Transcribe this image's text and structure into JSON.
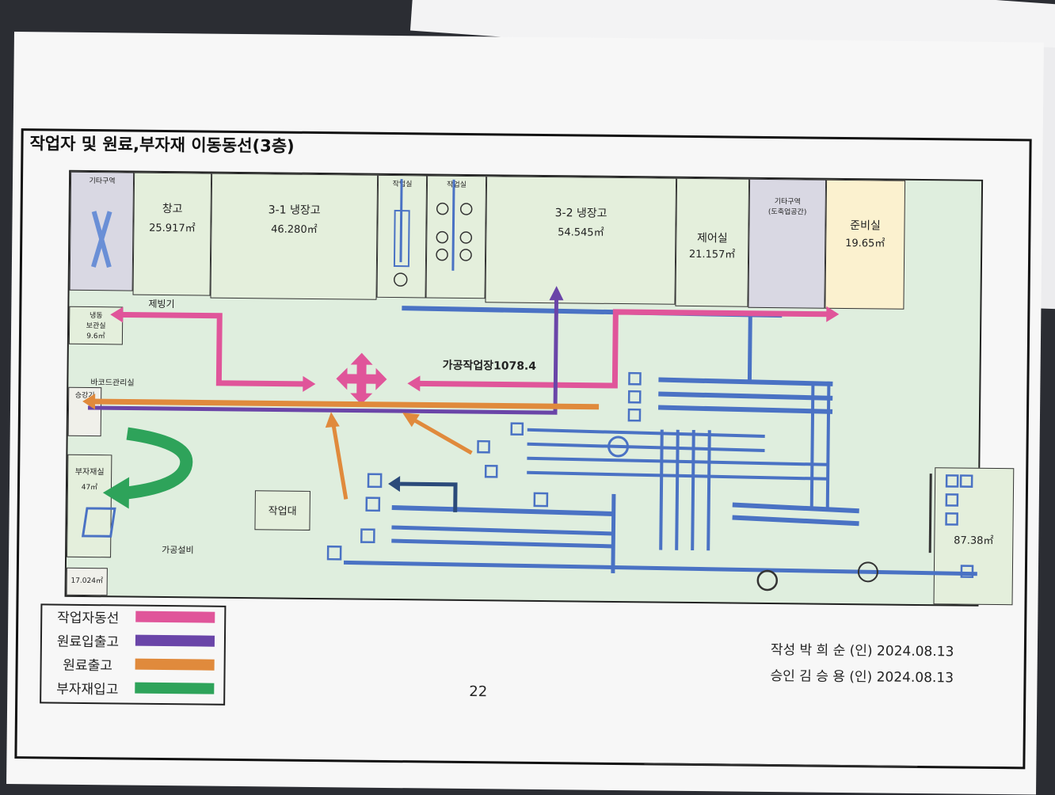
{
  "title": "작업자 및 원료,부자재 이동동선(3층)",
  "rooms": {
    "other1": {
      "label": "기타구역"
    },
    "warehouse": {
      "label": "창고",
      "area": "25.917㎡"
    },
    "fridge1": {
      "label": "3-1  냉장고",
      "area": "46.280㎡"
    },
    "workroom1": {
      "label": "작업실"
    },
    "workroom2": {
      "label": "작업실"
    },
    "fridge2": {
      "label": "3-2  냉장고",
      "area": "54.545㎡"
    },
    "control": {
      "label": "제어실",
      "area": "21.157㎡"
    },
    "other2": {
      "label": "기타구역",
      "sub": "(도축업공간)"
    },
    "prep": {
      "label": "준비실",
      "area": "19.65㎡"
    },
    "freezer": {
      "label": "냉동",
      "sub": "보관실",
      "area": "9.6㎡"
    },
    "barcode": {
      "label": "바코드관리실"
    },
    "lift": {
      "label": "승강기"
    },
    "subsidiary": {
      "label": "부자재실",
      "area": "47㎡"
    },
    "corner": {
      "area": "17.024㎡"
    },
    "right_room": {
      "area": "87.38㎡"
    }
  },
  "labels": {
    "icer": "제빙기",
    "processing_hall": "가공작업장1078.4",
    "workbench": "작업대",
    "equipment": "가공설비"
  },
  "legend": [
    {
      "label": "작업자동선",
      "color": "#e0559a"
    },
    {
      "label": "원료입출고",
      "color": "#6a45a8"
    },
    {
      "label": "원료출고",
      "color": "#e08a3c"
    },
    {
      "label": "부자재입고",
      "color": "#2ea35a"
    }
  ],
  "signature": {
    "author": "작성 박 희 순 (인) 2024.08.13",
    "approver": "승인 김 승 용 (인) 2024.08.13"
  },
  "page_number": "22",
  "colors": {
    "equipment": "#4a72c4",
    "plan_bg": "#dfeede"
  }
}
